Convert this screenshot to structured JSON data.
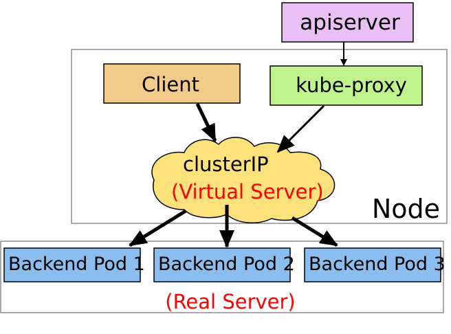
{
  "nodes": {
    "apiserver": {
      "label": "apiserver",
      "fill": "#e9bff5"
    },
    "client": {
      "label": "Client",
      "fill": "#f2cb8a"
    },
    "kube_proxy": {
      "label": "kube-proxy",
      "fill": "#bff38c"
    },
    "cluster_ip": {
      "label": "clusterIP",
      "sublabel": "(Virtual Server)",
      "fill": "#fde17a",
      "sublabel_color": "#ff0000"
    },
    "backend_pods": [
      {
        "label": "Backend Pod 1"
      },
      {
        "label": "Backend Pod 2"
      },
      {
        "label": "Backend Pod 3"
      }
    ],
    "pod_fill": "#8bbdee"
  },
  "groups": {
    "node": {
      "label": "Node"
    },
    "real_server": {
      "label": "(Real Server)",
      "color": "#ff0000"
    }
  },
  "edges": [
    {
      "from": "apiserver",
      "to": "kube-proxy"
    },
    {
      "from": "Client",
      "to": "clusterIP"
    },
    {
      "from": "kube-proxy",
      "to": "clusterIP"
    },
    {
      "from": "clusterIP",
      "to": "Backend Pod 1"
    },
    {
      "from": "clusterIP",
      "to": "Backend Pod 2"
    },
    {
      "from": "clusterIP",
      "to": "Backend Pod 3"
    }
  ]
}
